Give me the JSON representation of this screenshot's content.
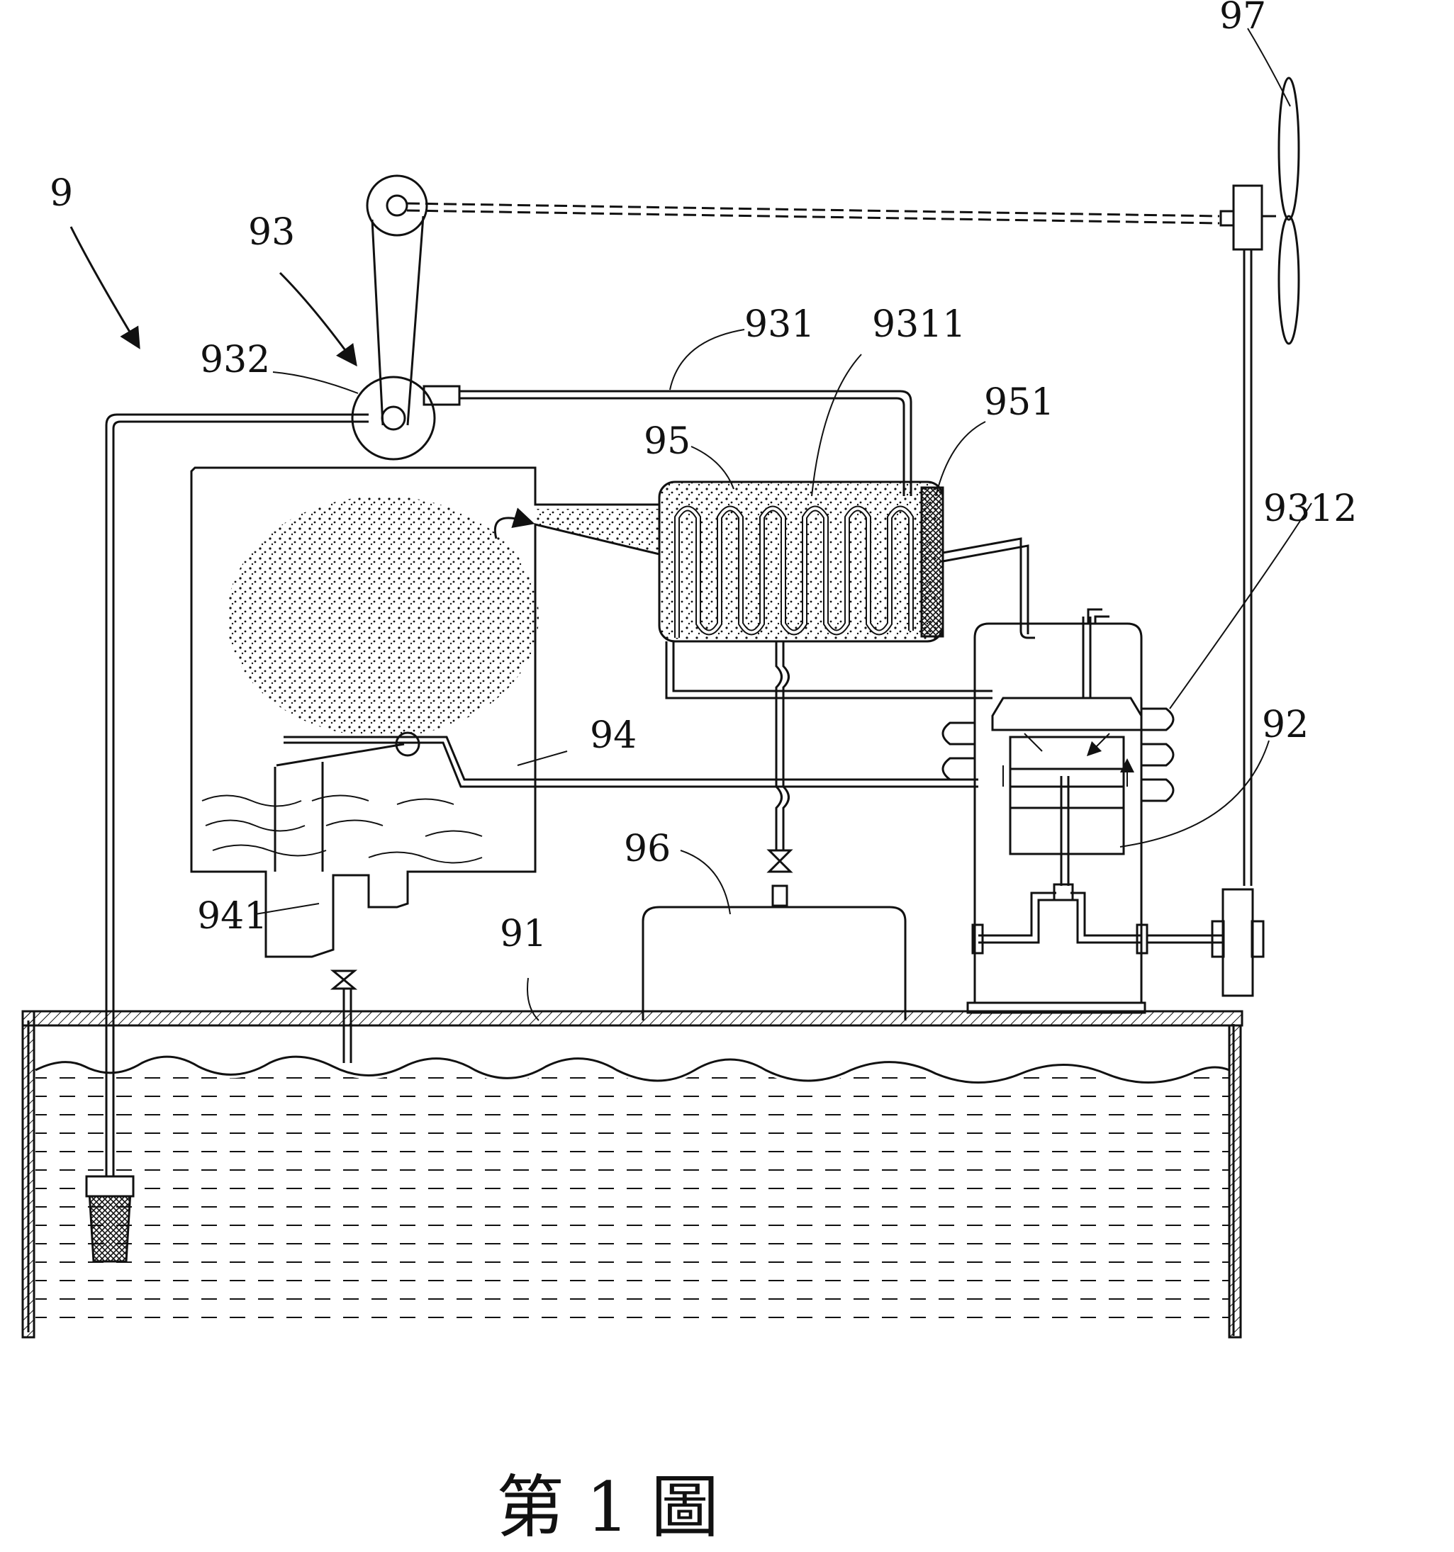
{
  "figure": {
    "caption": "第 1 圖",
    "labels": {
      "l9": "9",
      "l93": "93",
      "l932": "932",
      "l931": "931",
      "l9311": "9311",
      "l951": "951",
      "l95": "95",
      "l9312": "9312",
      "l92": "92",
      "l94": "94",
      "l96": "96",
      "l941": "941",
      "l91": "91",
      "l97": "97"
    }
  },
  "colors": {
    "ink": "#111111",
    "paper": "#ffffff"
  }
}
